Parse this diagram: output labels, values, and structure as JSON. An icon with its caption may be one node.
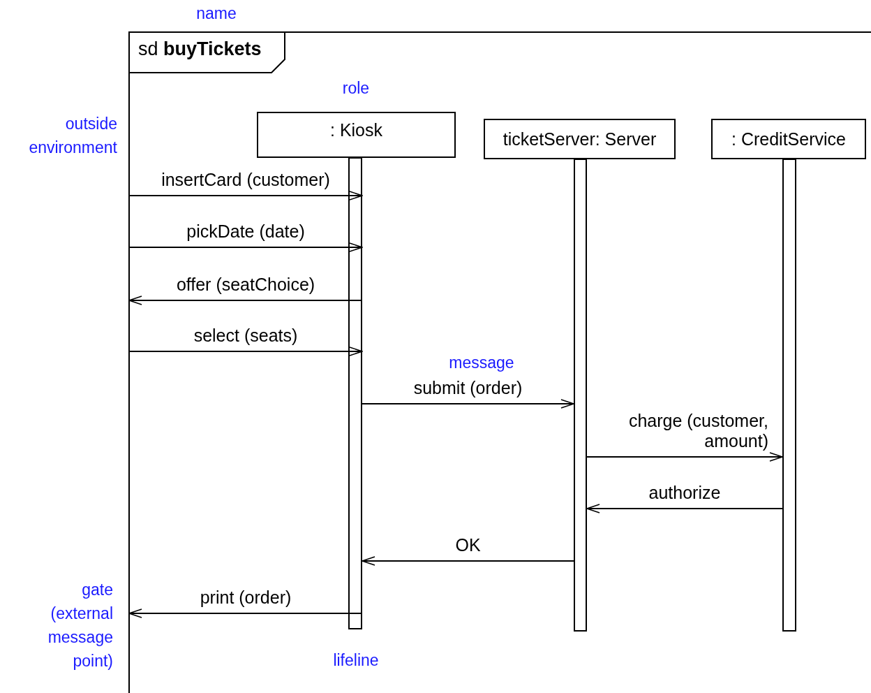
{
  "diagram": {
    "nodes": [
      {
        "text": [
          "sd **buyTickets**"
        ]
      },
      {
        "text": [
          ": Kiosk"
        ],
        "in": 0
      },
      {
        "text": [
          "ticketServer: Server"
        ],
        "in": 0
      },
      {
        "text": [
          ": CreditService"
        ],
        "in": 0
      },
      {
        "text": [],
        "shape": "bar",
        "in": 0
      },
      {
        "text": [],
        "shape": "bar",
        "in": 0
      },
      {
        "text": [],
        "shape": "bar",
        "in": 0
      }
    ],
    "edges": [
      {
        "from": 0,
        "to": 4,
        "arrow": "to",
        "label": "insertCard (customer)"
      },
      {
        "from": 0,
        "to": 4,
        "arrow": "to",
        "label": "pickDate (date)"
      },
      {
        "from": 4,
        "to": 0,
        "arrow": "to",
        "label": "offer (seatChoice)"
      },
      {
        "from": 0,
        "to": 4,
        "arrow": "to",
        "label": "select (seats)"
      },
      {
        "from": 4,
        "to": 5,
        "arrow": "to",
        "label": "submit (order)"
      },
      {
        "from": 5,
        "to": 6,
        "arrow": "to",
        "label": "charge (customer, amount)"
      },
      {
        "from": 6,
        "to": 5,
        "arrow": "to",
        "label": "authorize"
      },
      {
        "from": 5,
        "to": 4,
        "arrow": "to",
        "label": "OK"
      },
      {
        "from": 4,
        "to": 0,
        "arrow": "to",
        "label": "print (order)"
      }
    ],
    "labels": [
      "name",
      "role",
      "outside environment",
      "message",
      "gate (external message point)",
      "lifeline"
    ]
  }
}
